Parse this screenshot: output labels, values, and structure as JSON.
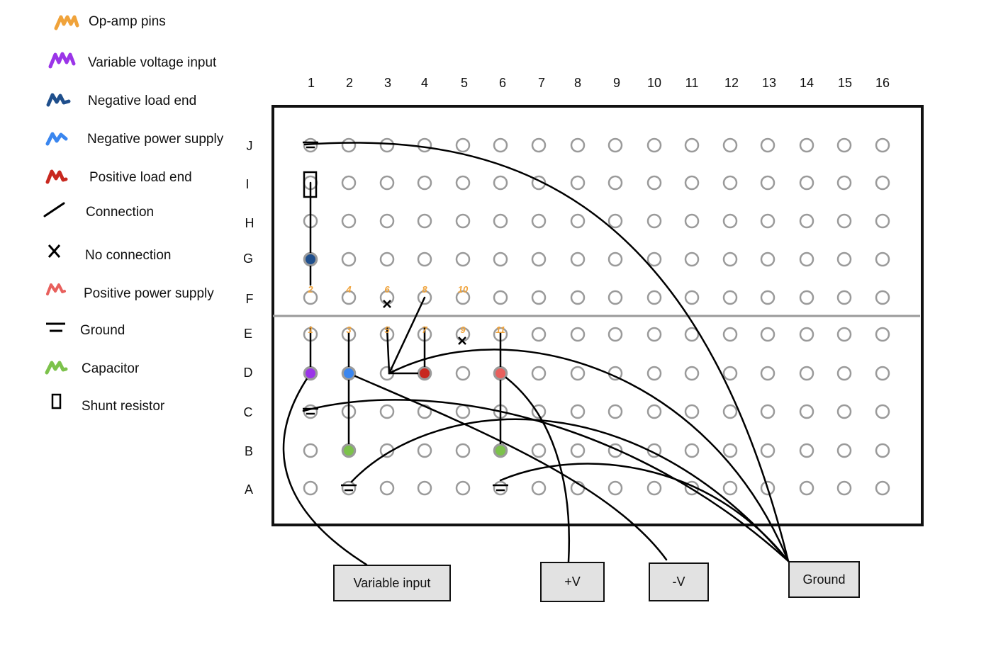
{
  "legend": {
    "items": [
      {
        "label": "Op-amp pins",
        "icon": "orange-scribble-icon",
        "color": "#f0a33b"
      },
      {
        "label": "Variable voltage input",
        "icon": "purple-scribble-icon",
        "color": "#9b35e8"
      },
      {
        "label": "Negative load end",
        "icon": "navy-scribble-icon",
        "color": "#1f4f8c"
      },
      {
        "label": "Negative power supply",
        "icon": "blue-scribble-icon",
        "color": "#3a86ef"
      },
      {
        "label": "Positive load end",
        "icon": "red-scribble-icon",
        "color": "#c8281f"
      },
      {
        "label": "Connection",
        "icon": "connection-line-icon",
        "color": "#000000"
      },
      {
        "label": "No connection",
        "icon": "x-mark-icon",
        "color": "#000000"
      },
      {
        "label": "Positive power supply",
        "icon": "pink-scribble-icon",
        "color": "#e8605d"
      },
      {
        "label": "Ground",
        "icon": "ground-symbol-icon",
        "color": "#000000"
      },
      {
        "label": "Capacitor",
        "icon": "green-scribble-icon",
        "color": "#7cc24b"
      },
      {
        "label": "Shunt resistor",
        "icon": "shunt-resistor-icon",
        "color": "#000000"
      }
    ]
  },
  "board": {
    "columns": [
      "1",
      "2",
      "3",
      "4",
      "5",
      "6",
      "7",
      "8",
      "9",
      "10",
      "11",
      "12",
      "13",
      "14",
      "15",
      "16"
    ],
    "rows": [
      "J",
      "I",
      "H",
      "G",
      "F",
      "E",
      "D",
      "C",
      "B",
      "A"
    ],
    "pin_numbers_top": [
      "2",
      "4",
      "6",
      "8",
      "10"
    ],
    "pin_numbers_bottom": [
      "1",
      "3",
      "5",
      "7",
      "9",
      "11"
    ]
  },
  "terminals": {
    "variable_input": "Variable input",
    "plus_v": "+V",
    "minus_v": "-V",
    "ground": "Ground"
  },
  "colors": {
    "opamp_pin": "#f0a33b",
    "variable_input": "#9b35e8",
    "negative_load": "#1f4f8c",
    "negative_supply": "#3a86ef",
    "positive_load": "#c8281f",
    "positive_supply": "#e8605d",
    "capacitor": "#7cc24b",
    "hole": "#9a9a9a"
  }
}
